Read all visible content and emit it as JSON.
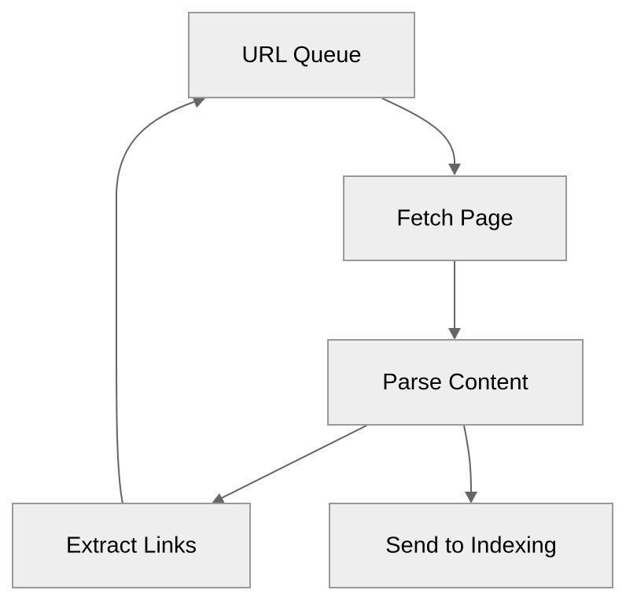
{
  "diagram": {
    "type": "flowchart",
    "nodes": [
      {
        "id": "url-queue",
        "label": "URL Queue"
      },
      {
        "id": "fetch-page",
        "label": "Fetch Page"
      },
      {
        "id": "parse-content",
        "label": "Parse Content"
      },
      {
        "id": "extract-links",
        "label": "Extract Links"
      },
      {
        "id": "send-to-indexing",
        "label": "Send to Indexing"
      }
    ],
    "edges": [
      {
        "from": "url-queue",
        "to": "fetch-page"
      },
      {
        "from": "fetch-page",
        "to": "parse-content"
      },
      {
        "from": "parse-content",
        "to": "extract-links"
      },
      {
        "from": "parse-content",
        "to": "send-to-indexing"
      },
      {
        "from": "extract-links",
        "to": "url-queue"
      }
    ],
    "colors": {
      "node_fill": "#eeeeee",
      "node_border": "#999999",
      "edge": "#666666",
      "text": "#000000"
    }
  }
}
